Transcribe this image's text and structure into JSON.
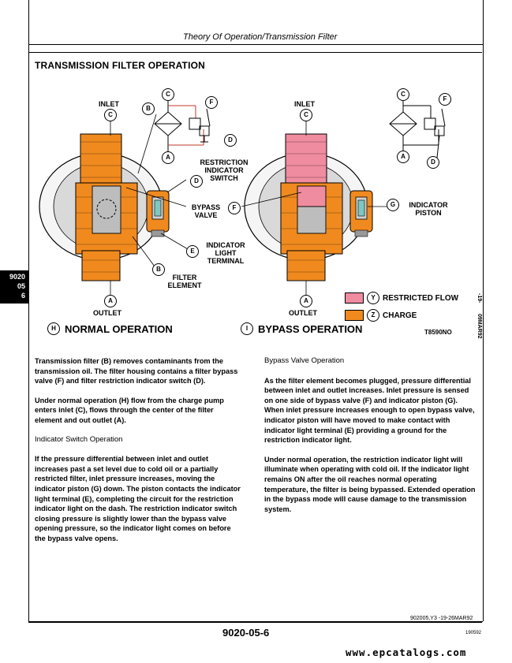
{
  "header": {
    "title": "Theory Of Operation/Transmission Filter"
  },
  "section": {
    "title": "TRANSMISSION FILTER OPERATION"
  },
  "side_tab": {
    "line1": "9020",
    "line2": "05",
    "line3": "6"
  },
  "colors": {
    "orange": "#f08a1e",
    "pink": "#f08ca0",
    "background": "#ffffff"
  },
  "figure": {
    "labels": {
      "inlet": "INLET",
      "outlet": "OUTLET",
      "restriction_switch": "RESTRICTION INDICATOR SWITCH",
      "bypass_valve": "BYPASS VALVE",
      "indicator_light_terminal": "INDICATOR LIGHT TERMINAL",
      "filter_element": "FILTER ELEMENT",
      "indicator_piston": "INDICATOR PISTON"
    },
    "letters": {
      "a": "A",
      "b": "B",
      "c": "C",
      "d": "D",
      "e": "E",
      "f": "F",
      "g": "G",
      "h": "H",
      "i": "I",
      "y": "Y",
      "z": "Z"
    },
    "caption_normal": "NORMAL OPERATION",
    "caption_bypass": "BYPASS OPERATION",
    "legend_restricted": "RESTRICTED FLOW",
    "legend_charge": "CHARGE",
    "figure_id": "T8590NO",
    "vertical_code_1": "-19-",
    "vertical_code_2": "09MAR92"
  },
  "text": {
    "left": {
      "p1": "Transmission filter (B) removes contaminants from the transmission oil. The filter housing contains a filter bypass valve (F) and filter restriction indicator switch (D).",
      "p2": "Under normal operation (H) flow from the charge pump enters inlet (C), flows through the center of the filter element and out outlet (A).",
      "h1": "Indicator Switch Operation",
      "p3": "If the pressure differential between inlet and outlet increases past a set level due to cold oil or a partially restricted filter, inlet pressure increases, moving the indicator piston (G) down. The piston contacts the indicator light terminal (E), completing the circuit for the restriction indicator light on the dash. The restriction indicator switch closing pressure is slightly lower than the bypass valve opening pressure, so the indicator light comes on before the bypass valve opens."
    },
    "right": {
      "h1": "Bypass Valve Operation",
      "p1": "As the filter element becomes plugged, pressure differential between inlet and outlet increases. Inlet pressure is sensed on one side of bypass valve (F) and indicator piston (G). When inlet pressure increases enough to open bypass valve, indicator piston will have moved to make contact with indicator light terminal (E) providing a ground for the restriction indicator light.",
      "p2": "Under normal operation, the restriction indicator light will illuminate when operating with cold oil. If the indicator light remains ON after the oil reaches normal operating temperature, the filter is being bypassed. Extended operation in the bypass mode will cause damage to the transmission system."
    }
  },
  "footer": {
    "ref": "902005,Y3  -19-26MAR92",
    "page_number": "9020-05-6",
    "page_id": "190592",
    "site": "www.epcatalogs.com"
  }
}
